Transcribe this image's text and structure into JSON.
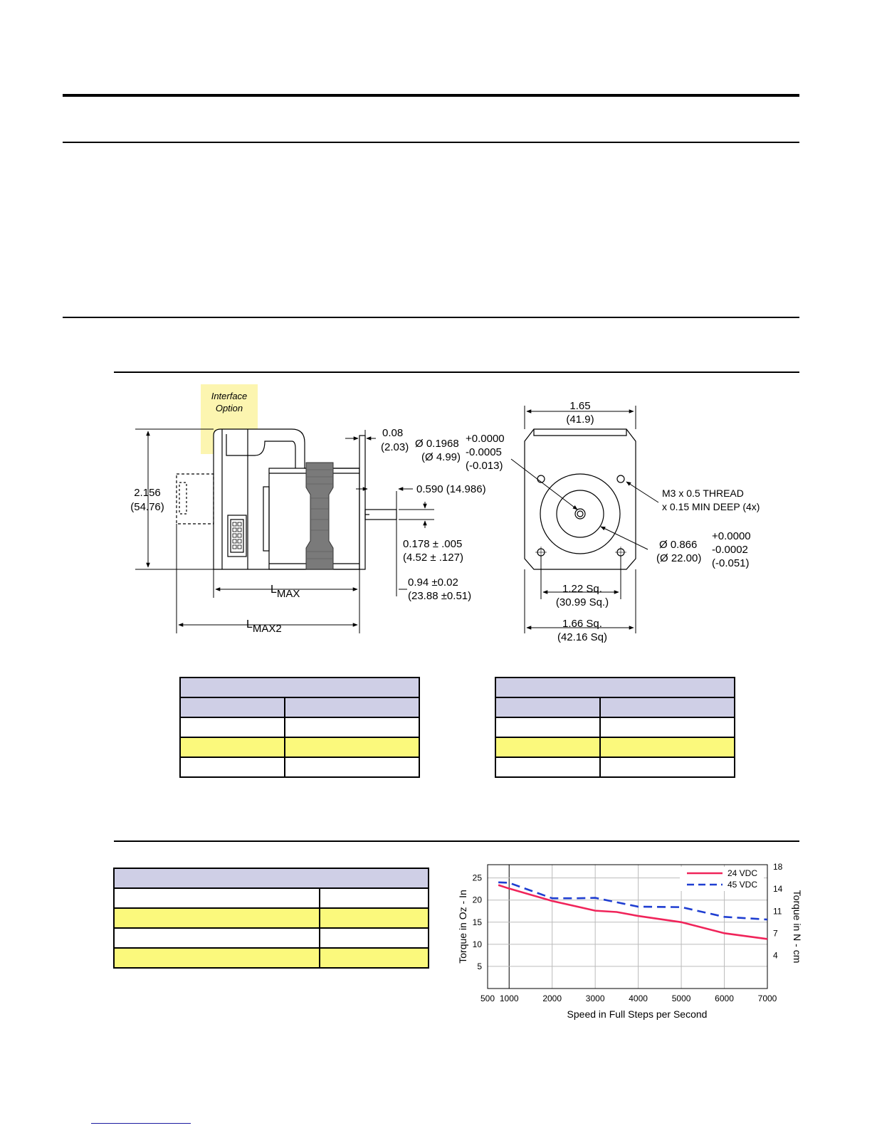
{
  "drawing": {
    "interface_label_line1": "Interface",
    "interface_label_line2": "Option",
    "height_in": "2.156",
    "height_mm": "(54.76)",
    "flange_in": "0.08",
    "flange_mm": "(2.03)",
    "shaft_dia_a": "Ø 0.1968",
    "shaft_dia_b": "(Ø 4.99)",
    "shaft_tol_plus": "+0.0000",
    "shaft_tol_minus": "-0.0005",
    "shaft_tol_mm": "(-0.013)",
    "shaft_len": "0.590 (14.986)",
    "flat_in": "0.178 ± .005",
    "flat_mm": "(4.52 ± .127)",
    "ext_in": "0.94 ±0.02",
    "ext_mm": "(23.88 ±0.51)",
    "lmax_L": "L",
    "lmax_sub": "MAX",
    "lmax2_L": "L",
    "lmax2_sub": "MAX2",
    "width_in": "1.65",
    "width_mm": "(41.9)",
    "thread_line1": "M3 x 0.5 THREAD",
    "thread_line2": "x 0.15 MIN DEEP (4x)",
    "pilot_a": "Ø 0.866",
    "pilot_b": "(Ø 22.00)",
    "pilot_tol_plus": "+0.0000",
    "pilot_tol_minus": "-0.0002",
    "pilot_tol_mm": "(-0.051)",
    "bolt_in": "1.22 Sq.",
    "bolt_mm": "(30.99 Sq.)",
    "body_in": "1.66 Sq.",
    "body_mm": "(42.16 Sq)"
  },
  "chart_data": {
    "type": "line",
    "xlabel": "Speed in Full Steps per Second",
    "ylabel": "Torque in Oz - In",
    "y2label": "Torque in N - cm",
    "xticks": [
      500,
      1000,
      2000,
      3000,
      4000,
      5000,
      6000,
      7000
    ],
    "yticks": [
      5,
      10,
      15,
      20,
      25
    ],
    "y2ticks": [
      4,
      7,
      11,
      14,
      18
    ],
    "xlim": [
      500,
      7000
    ],
    "ylim": [
      0,
      28
    ],
    "grid": true,
    "legend_position": "top-right",
    "series": [
      {
        "name": "24 VDC",
        "color": "#f0245a",
        "style": "solid",
        "x": [
          750,
          1000,
          2000,
          3000,
          3500,
          4000,
          5000,
          6000,
          7000
        ],
        "y": [
          23.4,
          22.6,
          19.8,
          17.6,
          17.3,
          16.4,
          15.0,
          12.5,
          11.2
        ]
      },
      {
        "name": "45 VDC",
        "color": "#1f3ed1",
        "style": "dashed",
        "x": [
          750,
          1000,
          2000,
          2500,
          3000,
          3500,
          4000,
          5000,
          6000,
          7000
        ],
        "y": [
          24.0,
          23.9,
          20.4,
          20.4,
          20.5,
          19.5,
          18.5,
          18.4,
          16.2,
          15.6
        ]
      }
    ]
  }
}
